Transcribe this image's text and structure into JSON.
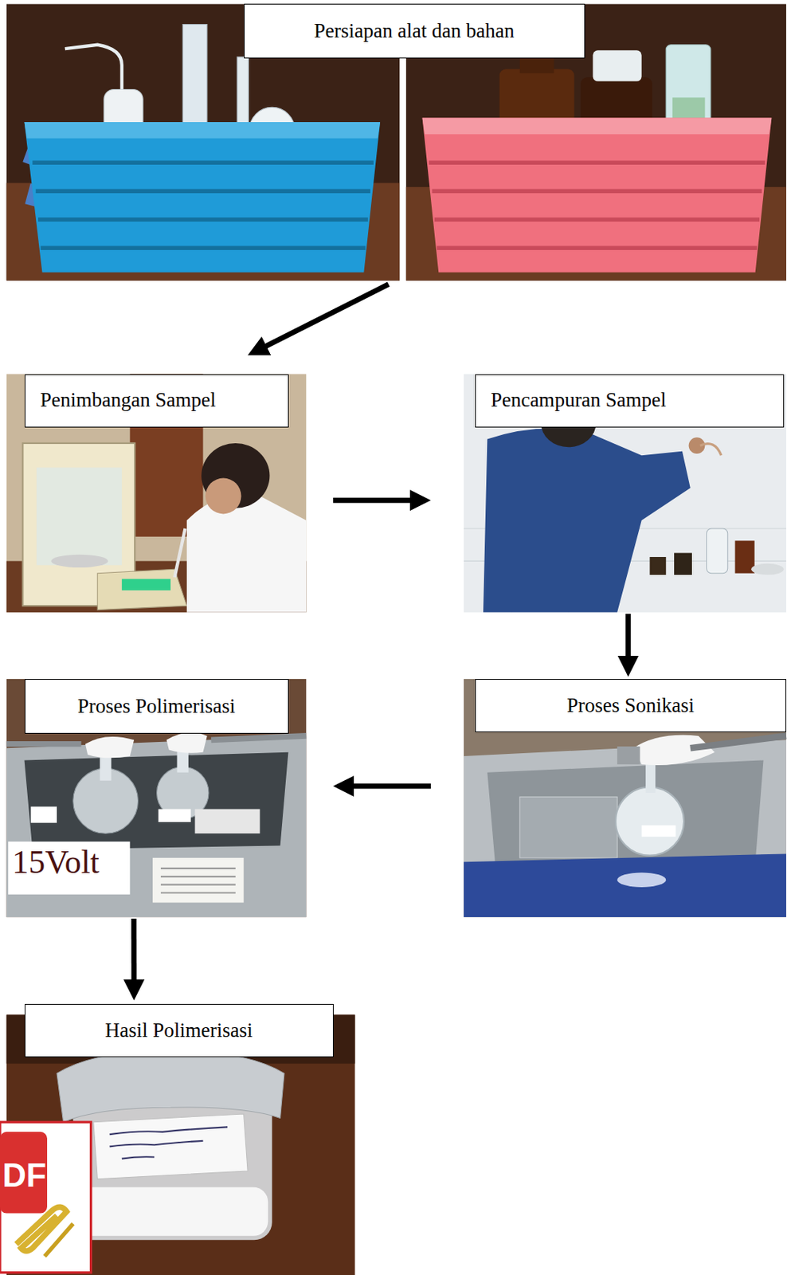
{
  "diagram": {
    "nodes": [
      {
        "text": [
          "Persiapan alat dan bahan"
        ]
      },
      {
        "text": [
          "Penimbangan Sampel"
        ]
      },
      {
        "text": [
          "Pencampuran Sampel"
        ]
      },
      {
        "text": [
          "Proses Sonikasi"
        ]
      },
      {
        "text": [
          "Proses Polimerisasi"
        ]
      },
      {
        "text": [
          "Hasil Polimerisasi"
        ]
      }
    ],
    "edges": [
      {
        "from": 0,
        "to": 1,
        "arrow": "to"
      },
      {
        "from": 1,
        "to": 2,
        "arrow": "to"
      },
      {
        "from": 2,
        "to": 3,
        "arrow": "to"
      },
      {
        "from": 3,
        "to": 4,
        "arrow": "to"
      },
      {
        "from": 4,
        "to": 5,
        "arrow": "to"
      }
    ],
    "labels": [
      "15Volt",
      "DF"
    ]
  }
}
